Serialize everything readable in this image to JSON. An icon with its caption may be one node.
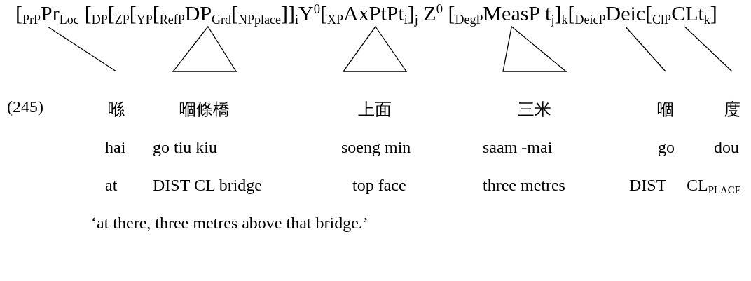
{
  "diagram": {
    "nodes": [
      {
        "text": [
          "Pr$_{Loc}$"
        ]
      },
      {
        "text": [
          "DP$_{Grd}$"
        ]
      },
      {
        "text": [
          "AxPtPt$_{i}$"
        ]
      },
      {
        "text": [
          "MeasP"
        ]
      },
      {
        "text": [
          "Deic"
        ]
      },
      {
        "text": [
          "CL"
        ]
      },
      {
        "text": [
          "喺"
        ]
      },
      {
        "text": [
          "嗰條橋"
        ]
      },
      {
        "text": [
          "上面"
        ]
      },
      {
        "text": [
          "三米"
        ]
      },
      {
        "text": [
          "嗰"
        ]
      },
      {
        "text": [
          "度"
        ]
      }
    ],
    "edges": [
      {
        "from": 0,
        "to": 6,
        "arrow": "none"
      },
      {
        "from": 1,
        "to": 7,
        "arrow": "none"
      },
      {
        "from": 2,
        "to": 8,
        "arrow": "none"
      },
      {
        "from": 3,
        "to": 9,
        "arrow": "none"
      },
      {
        "from": 4,
        "to": 10,
        "arrow": "none"
      },
      {
        "from": 5,
        "to": 11,
        "arrow": "none"
      }
    ],
    "labels": [
      "[$_{PrP}$",
      "[$_{DP}$[$_{ZP}$[$_{YP}$[$_{RefP}$",
      "[$_{NPplace}$]]$_{i}$Y$^{0}$[$_{XP}$",
      "]$_{j}$ Z$^{0}$ [$_{DegP}$",
      "t$_{j}$]$_{k}$[$_{DeicP}$",
      "[$_{ClP}$",
      "t$_{k}$]",
      "(245)",
      "hai",
      "go tiu kiu",
      "soeng min",
      "saam -mai",
      "go",
      "dou",
      "at",
      "DIST CL bridge",
      "top face",
      "three metres",
      "DIST",
      "CL$_{PLACE}$",
      "‘at there, three metres above that bridge.’"
    ]
  }
}
